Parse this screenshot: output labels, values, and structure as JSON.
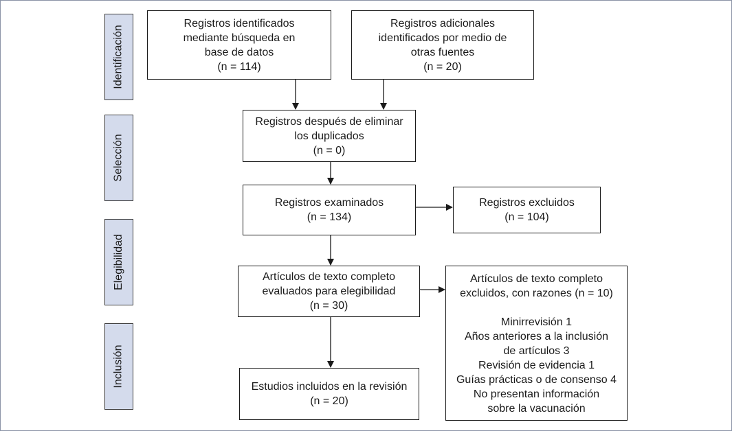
{
  "phases": {
    "identificacion": "Identificación",
    "seleccion": "Selección",
    "elegibilidad": "Elegibilidad",
    "inclusion": "Inclusión"
  },
  "boxes": {
    "db_search": {
      "lines": [
        "Registros identificados",
        "mediante búsqueda en",
        "base de datos",
        "(n = 114)"
      ]
    },
    "other_sources": {
      "lines": [
        "Registros adicionales",
        "identificados por medio de",
        "otras fuentes",
        "(n = 20)"
      ]
    },
    "after_duplicates": {
      "lines": [
        "Registros después de eliminar",
        "los duplicados",
        "(n = 0)"
      ]
    },
    "screened": {
      "lines": [
        "Registros examinados",
        "(n = 134)"
      ]
    },
    "excluded": {
      "lines": [
        "Registros excluidos",
        "(n = 104)"
      ]
    },
    "fulltext_assessed": {
      "lines": [
        "Artículos de texto completo",
        "evaluados para elegibilidad",
        "(n = 30)"
      ]
    },
    "fulltext_excluded": {
      "header": [
        "Artículos de texto completo",
        "excluidos, con razones (n = 10)"
      ],
      "reasons": [
        "Minirrevisión 1",
        "Años anteriores a la inclusión",
        "de artículos 3",
        "Revisión de evidencia 1",
        "Guías prácticas o de consenso 4",
        "No presentan información",
        "sobre la vacunación"
      ]
    },
    "included": {
      "lines": [
        "Estudios incluidos en la revisión",
        "(n = 20)"
      ]
    }
  }
}
